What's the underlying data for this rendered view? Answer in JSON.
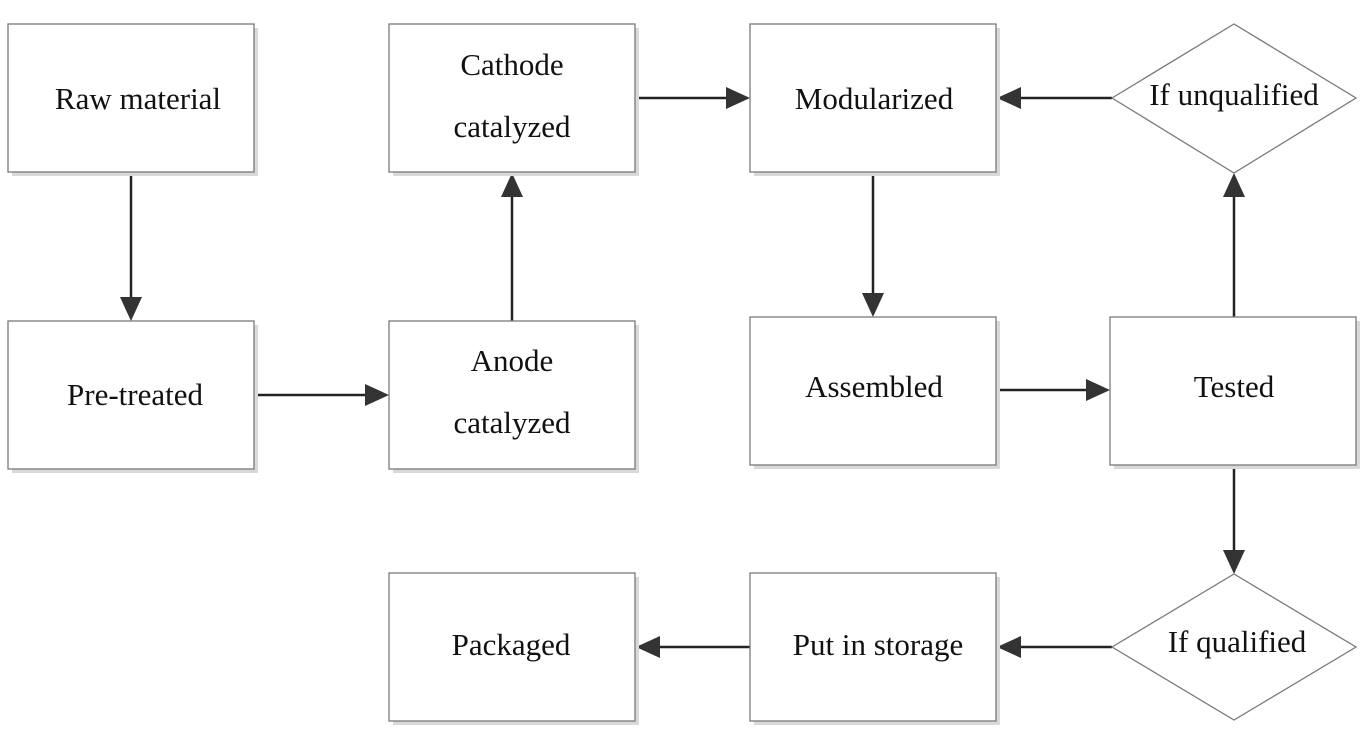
{
  "diagram": {
    "nodes": {
      "raw_material": {
        "lines": [
          "Raw material"
        ],
        "shape": "box"
      },
      "pre_treated": {
        "lines": [
          "Pre-treated"
        ],
        "shape": "box"
      },
      "cathode_catalyzed": {
        "lines": [
          "Cathode",
          "catalyzed"
        ],
        "shape": "box"
      },
      "anode_catalyzed": {
        "lines": [
          "Anode",
          "catalyzed"
        ],
        "shape": "box"
      },
      "modularized": {
        "lines": [
          "Modularized"
        ],
        "shape": "box"
      },
      "assembled": {
        "lines": [
          "Assembled"
        ],
        "shape": "box"
      },
      "tested": {
        "lines": [
          "Tested"
        ],
        "shape": "box"
      },
      "if_unqualified": {
        "lines": [
          "If unqualified"
        ],
        "shape": "diamond"
      },
      "if_qualified": {
        "lines": [
          "If qualified"
        ],
        "shape": "diamond"
      },
      "put_in_storage": {
        "lines": [
          "Put in storage"
        ],
        "shape": "box"
      },
      "packaged": {
        "lines": [
          "Packaged"
        ],
        "shape": "box"
      }
    },
    "edges": [
      {
        "from": "raw_material",
        "to": "pre_treated"
      },
      {
        "from": "pre_treated",
        "to": "anode_catalyzed"
      },
      {
        "from": "anode_catalyzed",
        "to": "cathode_catalyzed"
      },
      {
        "from": "cathode_catalyzed",
        "to": "modularized"
      },
      {
        "from": "modularized",
        "to": "assembled"
      },
      {
        "from": "assembled",
        "to": "tested"
      },
      {
        "from": "tested",
        "to": "if_unqualified"
      },
      {
        "from": "if_unqualified",
        "to": "modularized"
      },
      {
        "from": "tested",
        "to": "if_qualified"
      },
      {
        "from": "if_qualified",
        "to": "put_in_storage"
      },
      {
        "from": "put_in_storage",
        "to": "packaged"
      }
    ],
    "colors": {
      "node_fill": "#ffffff",
      "node_border": "#7a7a7a",
      "arrow": "#222222",
      "text": "#111111"
    }
  }
}
